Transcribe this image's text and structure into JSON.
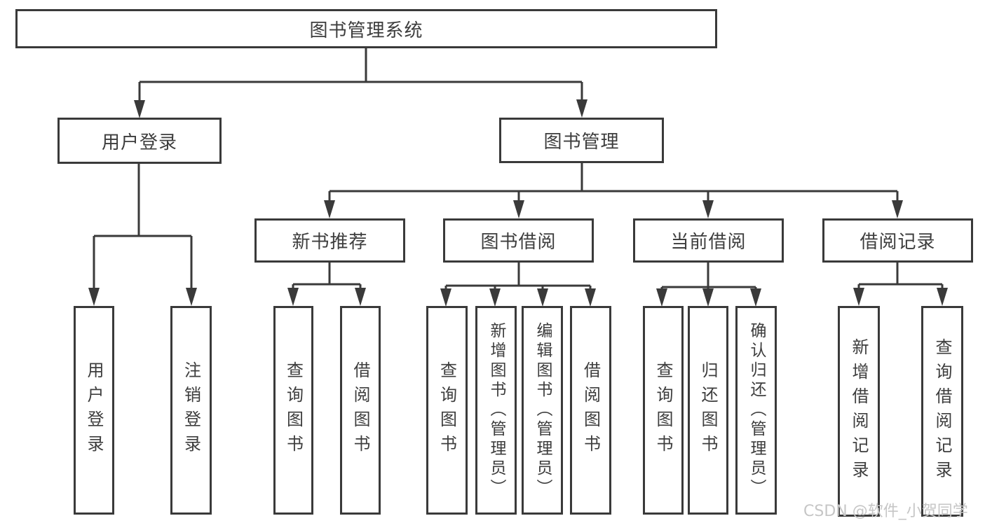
{
  "diagram": {
    "type": "hierarchy-tree",
    "root": {
      "label": "图书管理系统"
    },
    "level2": [
      {
        "id": "user-login",
        "label": "用户登录",
        "parent": "root"
      },
      {
        "id": "book-management",
        "label": "图书管理",
        "parent": "root"
      }
    ],
    "level3": [
      {
        "id": "new-book-recommend",
        "label": "新书推荐",
        "parent": "book-management"
      },
      {
        "id": "book-borrowing",
        "label": "图书借阅",
        "parent": "book-management"
      },
      {
        "id": "current-borrowing",
        "label": "当前借阅",
        "parent": "book-management"
      },
      {
        "id": "borrowing-records",
        "label": "借阅记录",
        "parent": "book-management"
      }
    ],
    "level4": [
      {
        "label": "用户登录",
        "parent": "user-login"
      },
      {
        "label": "注销登录",
        "parent": "user-login"
      },
      {
        "label": "查询图书",
        "parent": "new-book-recommend"
      },
      {
        "label": "借阅图书",
        "parent": "new-book-recommend"
      },
      {
        "label": "查询图书",
        "parent": "book-borrowing"
      },
      {
        "label": "新增图书（管理员）",
        "parent": "book-borrowing"
      },
      {
        "label": "编辑图书（管理员）",
        "parent": "book-borrowing"
      },
      {
        "label": "借阅图书",
        "parent": "book-borrowing"
      },
      {
        "label": "查询图书",
        "parent": "current-borrowing"
      },
      {
        "label": "归还图书",
        "parent": "current-borrowing"
      },
      {
        "label": "确认归还（管理员）",
        "parent": "current-borrowing"
      },
      {
        "label": "新增借阅记录",
        "parent": "borrowing-records"
      },
      {
        "label": "查询借阅记录",
        "parent": "borrowing-records"
      }
    ],
    "colors": {
      "line": "#3a3a3a",
      "text": "#3d3d3d",
      "box_background": "#ffffff",
      "page_background": "#ffffff"
    }
  },
  "watermark": {
    "text": "CSDN @软件_小贺同学",
    "color": "#c6c6c6"
  }
}
